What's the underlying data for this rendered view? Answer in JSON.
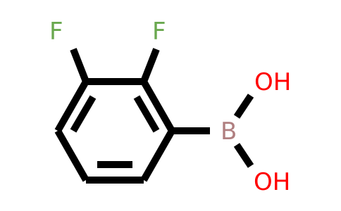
{
  "molecule": {
    "atoms": {
      "fluorine_1": {
        "symbol": "F",
        "color": "#6aa84f"
      },
      "fluorine_2": {
        "symbol": "F",
        "color": "#6aa84f"
      },
      "boron": {
        "symbol": "B",
        "color": "#b07f80"
      },
      "hydroxyl_1": {
        "symbol": "OH",
        "color": "#ff0000"
      },
      "hydroxyl_2": {
        "symbol": "OH",
        "color": "#ff0000"
      }
    },
    "bond_color": "#000000"
  }
}
